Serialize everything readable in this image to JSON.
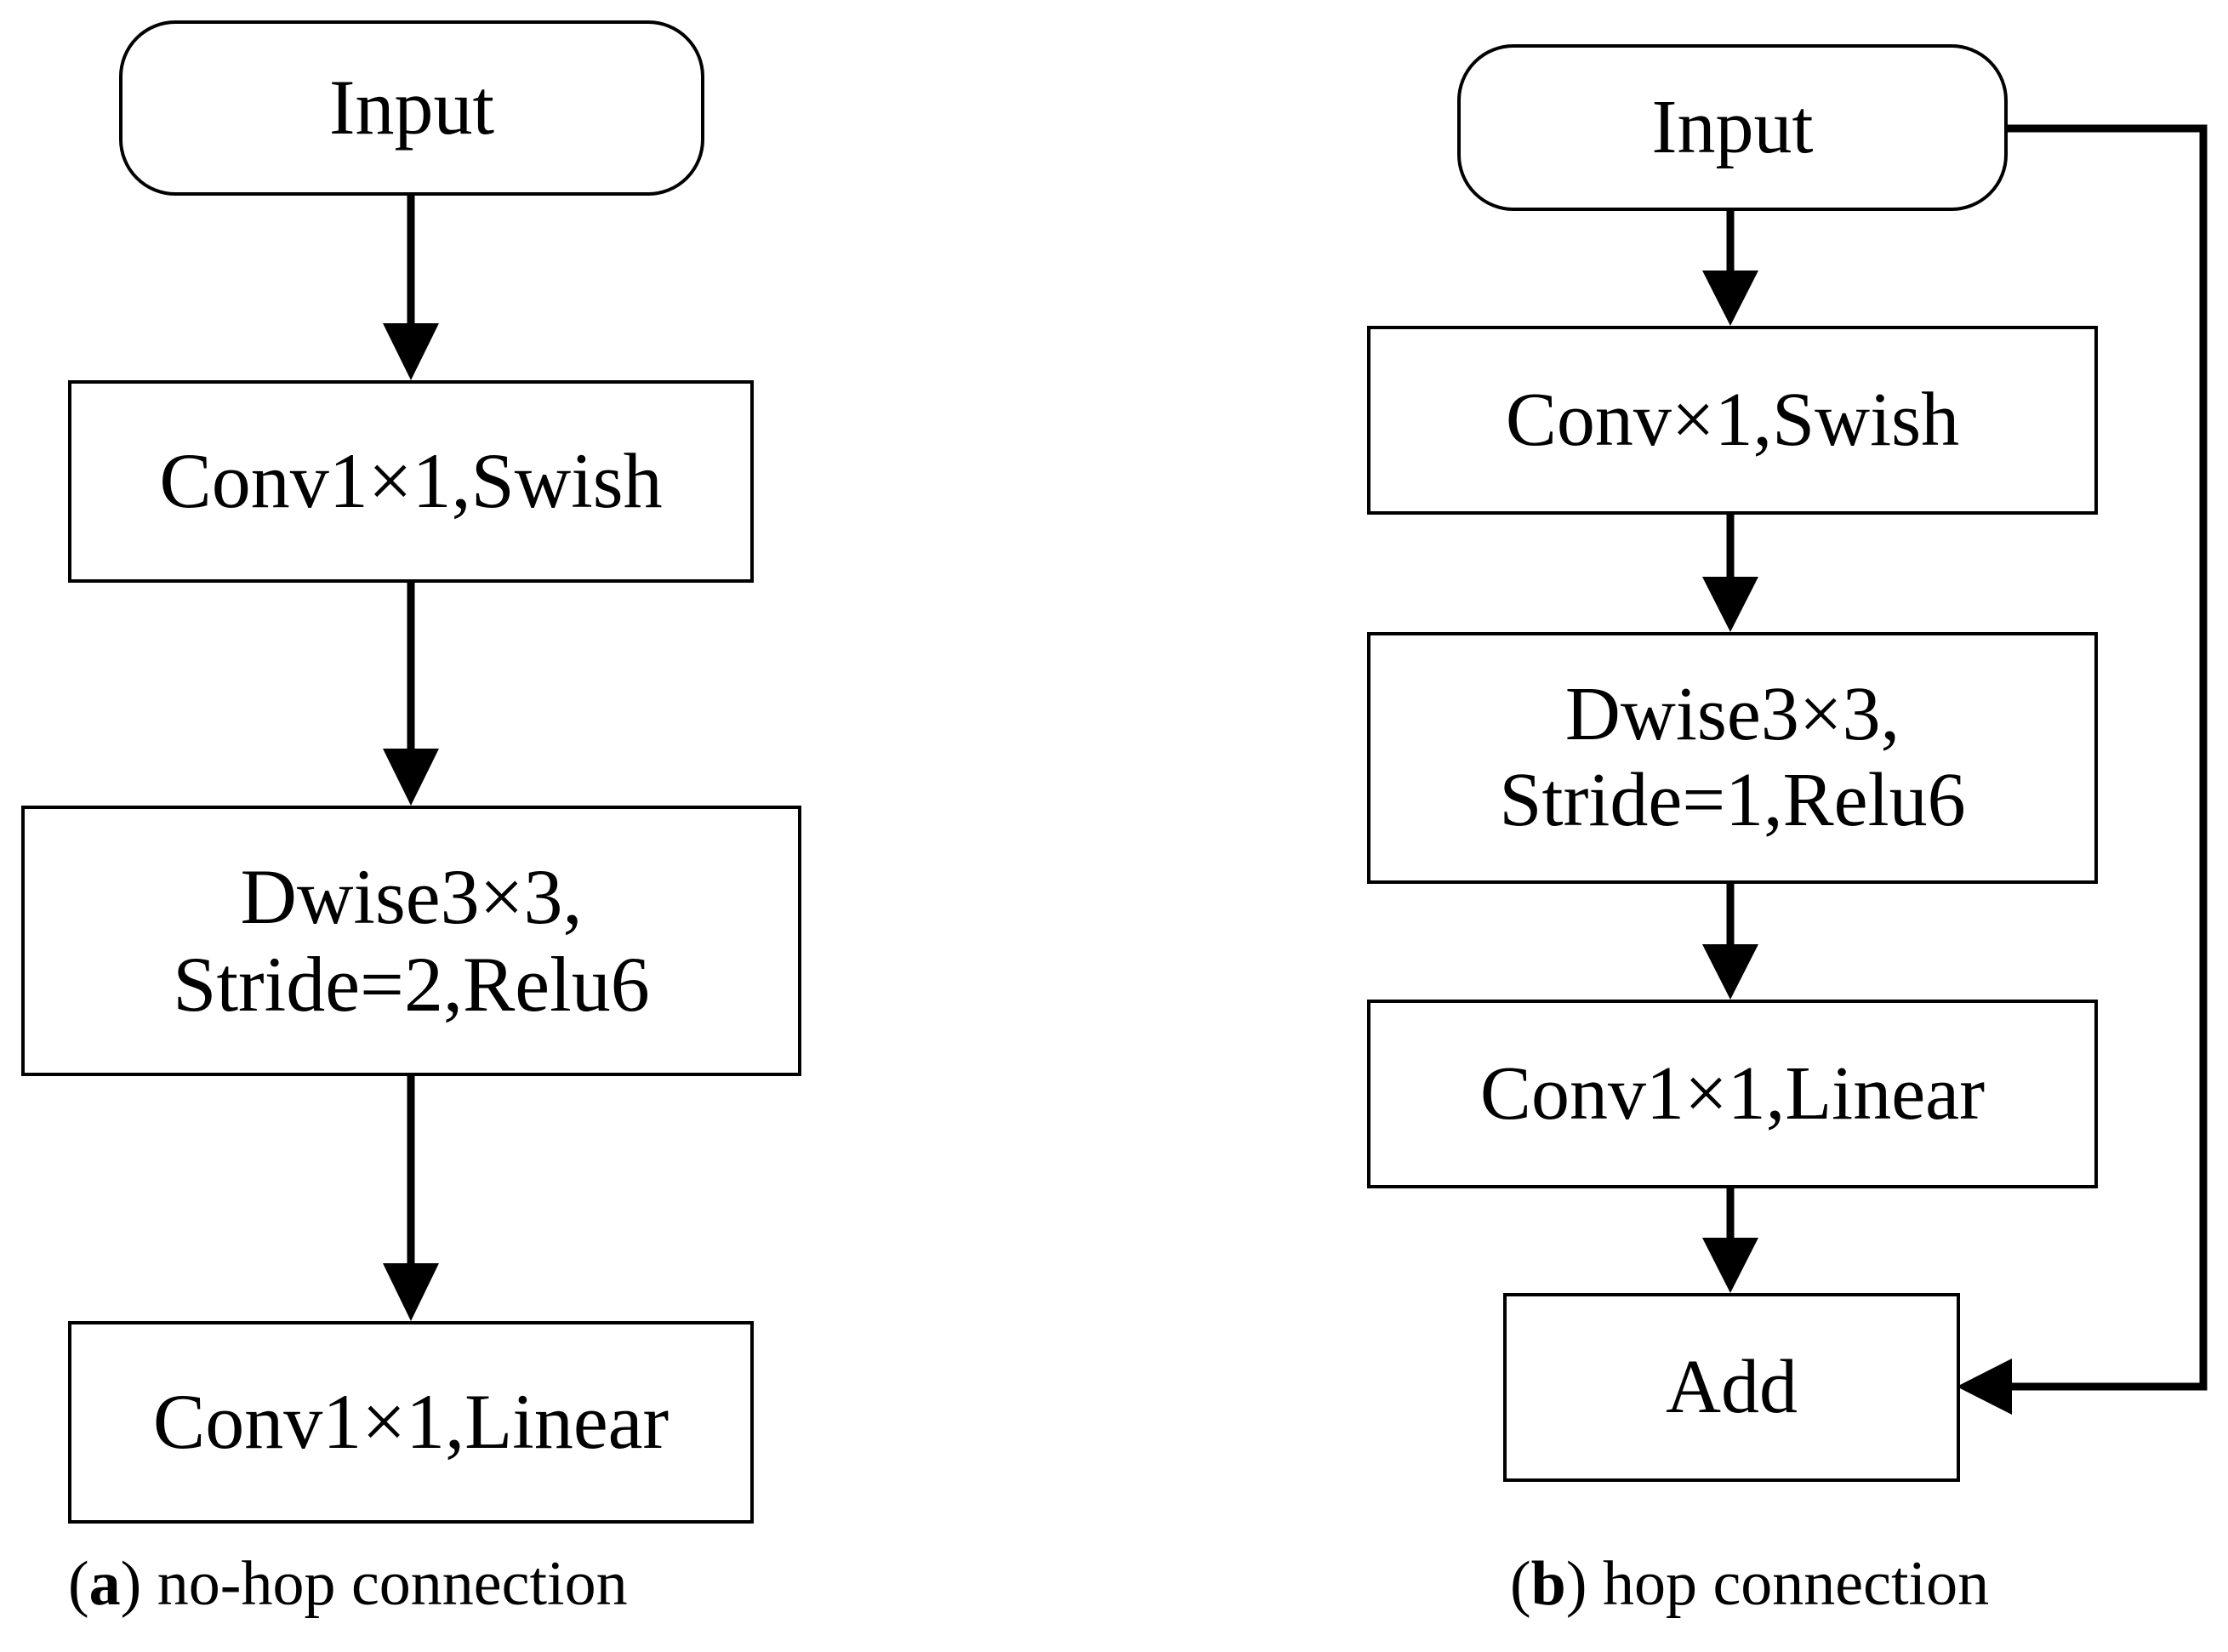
{
  "diagram_a": {
    "nodes": {
      "input": "Input",
      "conv1": "Conv1×1,Swish",
      "dwise_line1": "Dwise3×3,",
      "dwise_line2": "Stride=2,Relu6",
      "conv2": "Conv1×1,Linear"
    },
    "caption": {
      "open": "(",
      "letter": "a",
      "rest": ") no-hop connection"
    }
  },
  "diagram_b": {
    "nodes": {
      "input": "Input",
      "conv1": "Conv×1,Swish",
      "dwise_line1": "Dwise3×3,",
      "dwise_line2": "Stride=1,Relu6",
      "conv2": "Conv1×1,Linear",
      "add": "Add"
    },
    "caption": {
      "open": "(",
      "letter": "b",
      "rest": ") hop connection"
    }
  }
}
